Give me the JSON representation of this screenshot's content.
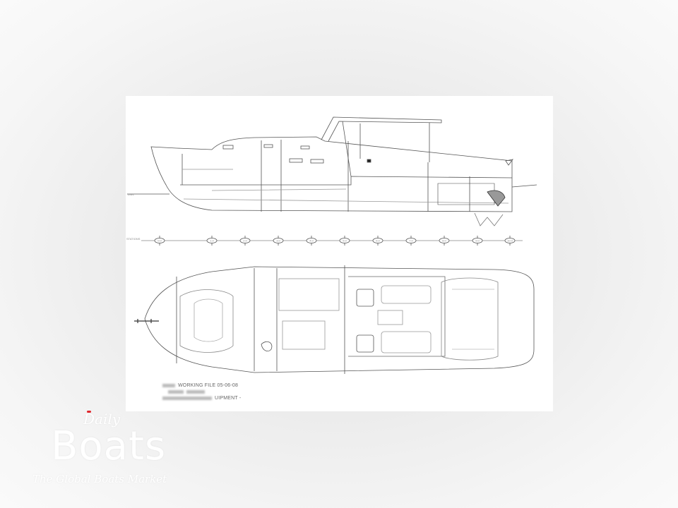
{
  "drawing": {
    "profile_label": "DWL",
    "stations_label": "STATIONS",
    "stations": [
      "0.0",
      "1.0",
      "2.0",
      "3.0",
      "4.0",
      "5.0",
      "6.0",
      "7.0",
      "8.0",
      "9.0",
      "10.0"
    ],
    "title_block": {
      "line1": "WORKING FILE 05-06-08",
      "line3_partial": "UIPMENT -"
    },
    "line_color": "#555555"
  },
  "watermark": {
    "daily": "Daily",
    "boats": "Boats",
    "tagline": "The Global Boats Market",
    "accent": "#e0262b"
  }
}
